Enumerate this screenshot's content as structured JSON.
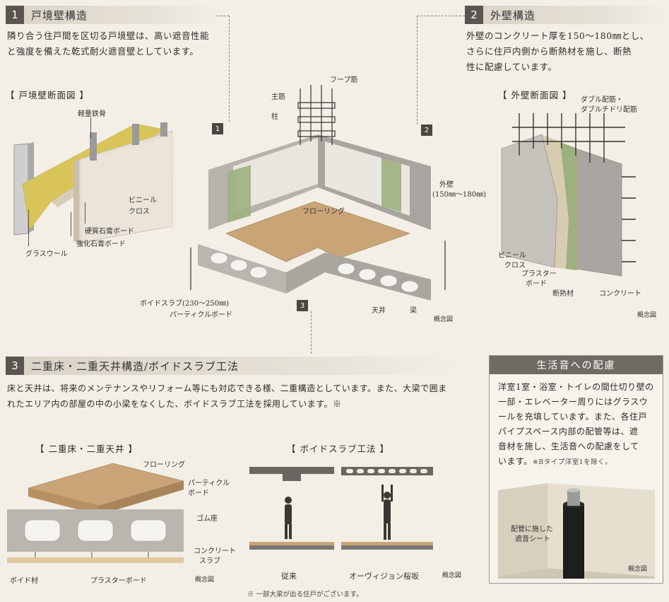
{
  "sec1": {
    "num": "1",
    "title": "戸境壁構造",
    "body": [
      "隣り合う住戸間を区切る戸境壁は、高い遮音性能",
      "と強度を備えた乾式耐火遮音壁としています。"
    ],
    "diagram_title": "【 戸境壁断面図 】",
    "labels": {
      "steel": "軽量鉄骨",
      "vinyl": "ビニール",
      "cloth": "クロス",
      "hard_board": "硬質石膏ボード",
      "strong_board": "強化石膏ボード",
      "glass_wool": "グラスウール"
    }
  },
  "sec2": {
    "num": "2",
    "title": "外壁構造",
    "body": [
      "外壁のコンクリート厚を150〜180㎜とし、",
      "さらに住戸内側から断熱材を施し、断熱",
      "性に配慮しています。"
    ],
    "diagram_title": "【 外壁断面図 】",
    "labels": {
      "double_rebar_1": "ダブル配筋・",
      "double_rebar_2": "ダブルチドリ配筋",
      "vinyl": "ビニール",
      "cloth": "クロス",
      "plaster_1": "プラスター",
      "plaster_2": "ボード",
      "insulation": "断熱材",
      "concrete": "コンクリート",
      "concept": "概念図"
    }
  },
  "center": {
    "labels": {
      "hoop": "フープ筋",
      "main_rebar": "主筋",
      "column": "柱",
      "outer_wall": "外壁",
      "outer_wall_thickness": "(150㎜〜180㎜)",
      "flooring": "フローリング",
      "void_slab": "ボイドスラブ(230〜250㎜)",
      "particle_board": "パーティクルボード",
      "ceiling": "天井",
      "beam": "梁",
      "concept": "概念図"
    },
    "tags": [
      "1",
      "2",
      "3"
    ]
  },
  "sec3": {
    "num": "3",
    "title": "二重床・二重天井構造/ボイドスラブ工法",
    "body": [
      "床と天井は、将来のメンテナンスやリフォーム等にも対応できる様、二重構造としています。また、大梁で囲ま",
      "れたエリア内の部屋の中の小梁をなくした、ボイドスラブ工法を採用しています。※"
    ],
    "left_title": "【 二重床・二重天井 】",
    "left_labels": {
      "flooring": "フローリング",
      "particle_1": "パーティクル",
      "particle_2": "ボード",
      "rubber": "ゴム座",
      "concrete_1": "コンクリート",
      "concrete_2": "スラブ",
      "void": "ボイド材",
      "plaster": "プラスターボード",
      "concept": "概念図"
    },
    "right_title": "【 ボイドスラブ工法 】",
    "right_labels": {
      "conventional": "従来",
      "ours": "オーヴィジョン桜坂",
      "concept": "概念図"
    },
    "footnote": "※ 一部大梁が出る住戸がございます。"
  },
  "side": {
    "title": "生活音への配慮",
    "body": [
      "洋室1室・浴室・トイレの間仕切り壁の",
      "一部・エレベーター周りにはグラスウ",
      "ールを充填しています。また、各住戸",
      "パイプスペース内部の配管等は、遮",
      "音材を施し、生活音への配慮をして"
    ],
    "body_last": "います。",
    "body_note": "※Bタイプ洋室1を除く。",
    "pipe_1": "配管に施した",
    "pipe_2": "遮音シート",
    "concept": "概念図"
  },
  "colors": {
    "background": "#f3efe6",
    "header_dark": "#5a5550",
    "concrete": "#b9b6b0",
    "insulation_green": "#9db07f",
    "glass_wool": "#d9c45a",
    "wood": "#c9a476"
  }
}
